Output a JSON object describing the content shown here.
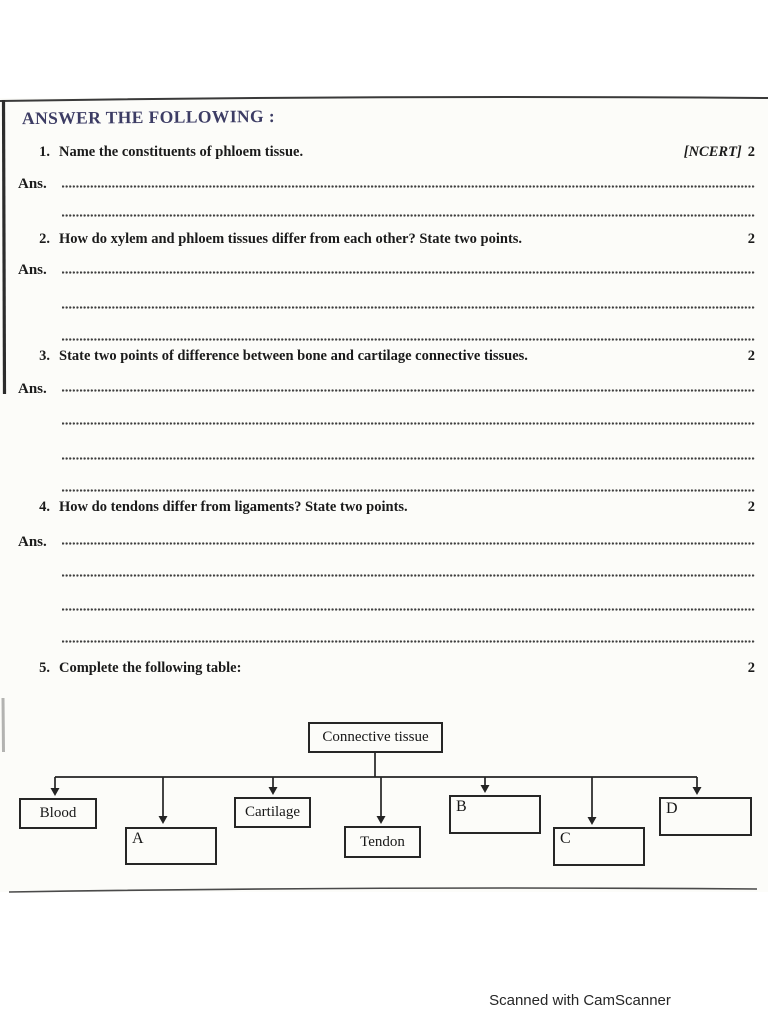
{
  "page": {
    "header": "ANSWER THE FOLLOWING :",
    "footer": "Scanned with CamScanner",
    "answer_label": "Ans."
  },
  "questions": [
    {
      "number": "1.",
      "text": "Name the constituents of phloem tissue.",
      "ref": "[NCERT]",
      "marks": "2"
    },
    {
      "number": "2.",
      "text": "How do xylem and phloem tissues differ from each other? State two points.",
      "ref": "",
      "marks": "2"
    },
    {
      "number": "3.",
      "text": "State two points of difference between bone and cartilage connective tissues.",
      "ref": "",
      "marks": "2"
    },
    {
      "number": "4.",
      "text": "How do tendons differ from ligaments? State two points.",
      "ref": "",
      "marks": "2"
    },
    {
      "number": "5.",
      "text": "Complete the following table:",
      "ref": "",
      "marks": "2"
    }
  ],
  "diagram": {
    "root": "Connective tissue",
    "boxes": [
      {
        "label": "Blood"
      },
      {
        "label": "A"
      },
      {
        "label": "Cartilage"
      },
      {
        "label": "Tendon"
      },
      {
        "label": "B"
      },
      {
        "label": "C"
      },
      {
        "label": "D"
      }
    ]
  },
  "colors": {
    "header_ink": "#3c3c64",
    "body_ink": "#1b1b1b",
    "line_ink": "#242424"
  }
}
